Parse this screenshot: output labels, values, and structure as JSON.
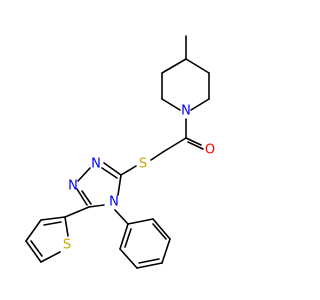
{
  "colors": {
    "bond": "#000000",
    "nitrogen": "#0000ff",
    "oxygen": "#ff0000",
    "sulfur": "#c9a700"
  },
  "atoms": [
    {
      "id": "N_pip",
      "label": "N",
      "color": "nitrogen"
    },
    {
      "id": "O_carbonyl",
      "label": "O",
      "color": "oxygen"
    },
    {
      "id": "S_link",
      "label": "S",
      "color": "sulfur"
    },
    {
      "id": "N_tz1",
      "label": "N",
      "color": "nitrogen"
    },
    {
      "id": "N_tz2",
      "label": "N",
      "color": "nitrogen"
    },
    {
      "id": "N_tz4",
      "label": "N",
      "color": "nitrogen"
    },
    {
      "id": "S_thio",
      "label": "S",
      "color": "sulfur"
    }
  ]
}
